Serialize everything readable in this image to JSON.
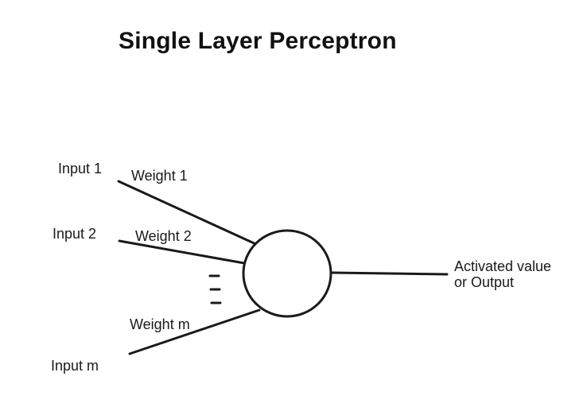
{
  "title": "Single Layer Perceptron",
  "inputs": [
    {
      "label": "Input 1",
      "weight": "Weight 1"
    },
    {
      "label": "Input 2",
      "weight": "Weight 2"
    },
    {
      "label": "Input m",
      "weight": "Weight m"
    }
  ],
  "output": {
    "line1": "Activated value",
    "line2": "or Output"
  },
  "colors": {
    "stroke": "#1a1a1a",
    "background": "#ffffff"
  }
}
